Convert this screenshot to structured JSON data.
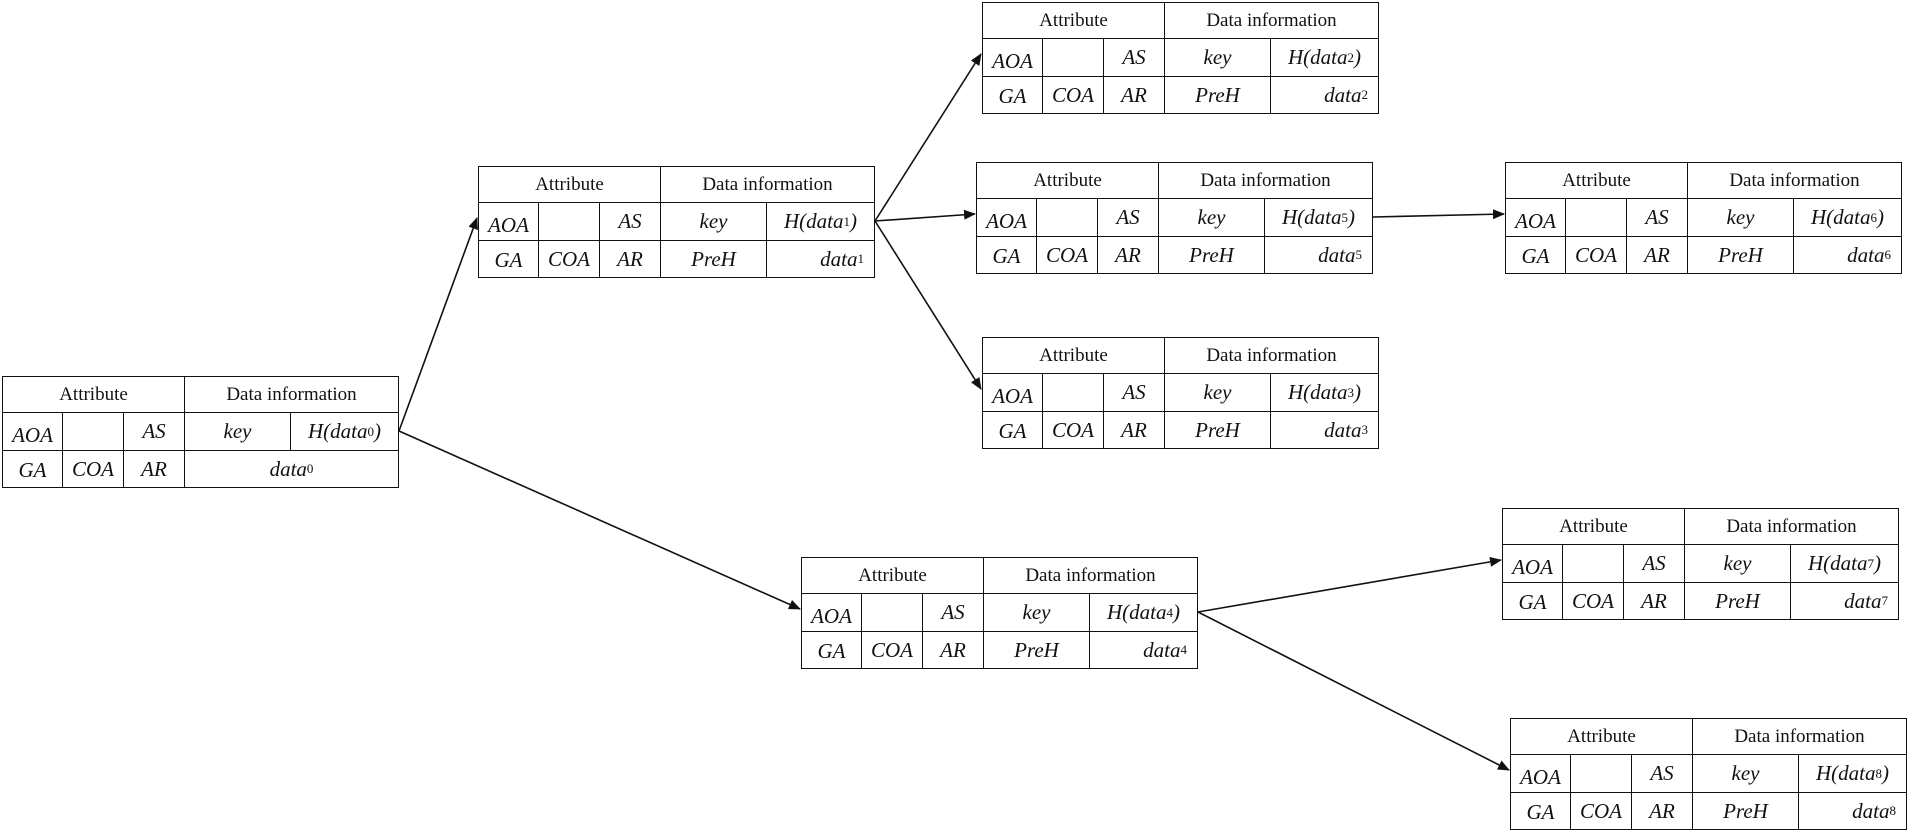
{
  "labels": {
    "attribute": "Attribute",
    "data_information": "Data information",
    "aoa": "AOA",
    "as": "AS",
    "key": "key",
    "ga": "GA",
    "coa": "COA",
    "ar": "AR",
    "preh": "PreH",
    "hash_prefix": "H(",
    "hash_suffix": ")",
    "data": "data"
  },
  "blocks": [
    {
      "id": "0",
      "has_preh": false
    },
    {
      "id": "1",
      "has_preh": true
    },
    {
      "id": "2",
      "has_preh": true
    },
    {
      "id": "3",
      "has_preh": true
    },
    {
      "id": "4",
      "has_preh": true
    },
    {
      "id": "5",
      "has_preh": true
    },
    {
      "id": "6",
      "has_preh": true
    },
    {
      "id": "7",
      "has_preh": true
    },
    {
      "id": "8",
      "has_preh": true
    }
  ],
  "edges": [
    {
      "from": "0",
      "to": "1"
    },
    {
      "from": "0",
      "to": "4"
    },
    {
      "from": "1",
      "to": "2"
    },
    {
      "from": "1",
      "to": "5"
    },
    {
      "from": "1",
      "to": "3"
    },
    {
      "from": "5",
      "to": "6"
    },
    {
      "from": "4",
      "to": "7"
    },
    {
      "from": "4",
      "to": "8"
    }
  ]
}
